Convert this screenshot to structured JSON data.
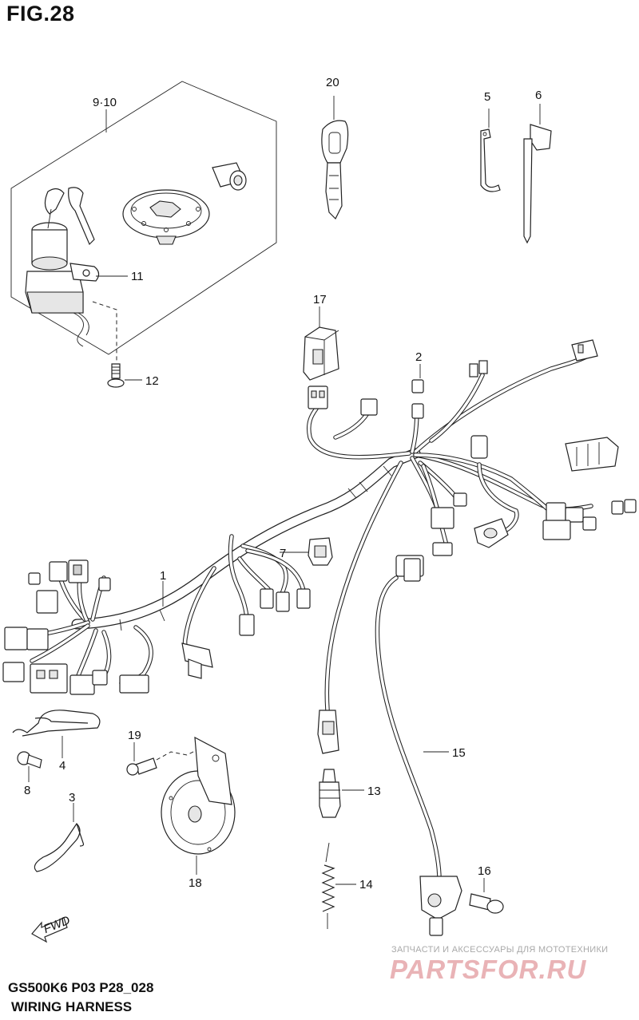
{
  "figure": {
    "title": "FIG.28",
    "model_code": "GS500K6 P03 P28_028",
    "section_name": "WIRING HARNESS"
  },
  "callouts": [
    "1",
    "2",
    "3",
    "4",
    "5",
    "6",
    "7",
    "8",
    "9·10",
    "11",
    "12",
    "13",
    "14",
    "15",
    "16",
    "17",
    "18",
    "19",
    "20"
  ],
  "direction_badge": "FWD",
  "watermark": {
    "tagline": "ЗАПЧАСТИ И АКСЕССУАРЫ ДЛЯ МОТОТЕХНИКИ",
    "logo": "PARTSFOR.RU"
  },
  "colors": {
    "line": "#222222",
    "watermark_logo": "#e9b3b6",
    "watermark_text": "#a9a9a9"
  }
}
